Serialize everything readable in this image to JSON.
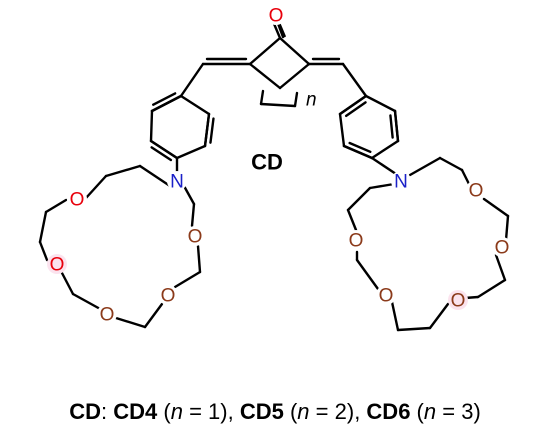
{
  "structure": {
    "compound_label": "CD",
    "carbonyl_oxygen": "O",
    "index_label": "n",
    "nitrogen_label": "N",
    "ether_oxygen_label": "O",
    "colors": {
      "carbonyl_oxygen": "#e8000b",
      "ether_oxygen": "#8b3a1a",
      "nitrogen": "#1a20c8",
      "bond": "#000000"
    }
  },
  "caption": {
    "name": "CD",
    "sep": ": ",
    "items": [
      {
        "code": "CD4",
        "open": " (",
        "var": "n",
        "eq": " = 1)",
        "after": ", "
      },
      {
        "code": "CD5",
        "open": " (",
        "var": "n",
        "eq": " = 2)",
        "after": ", "
      },
      {
        "code": "CD6",
        "open": " (",
        "var": "n",
        "eq": " = 3)",
        "after": ""
      }
    ]
  }
}
